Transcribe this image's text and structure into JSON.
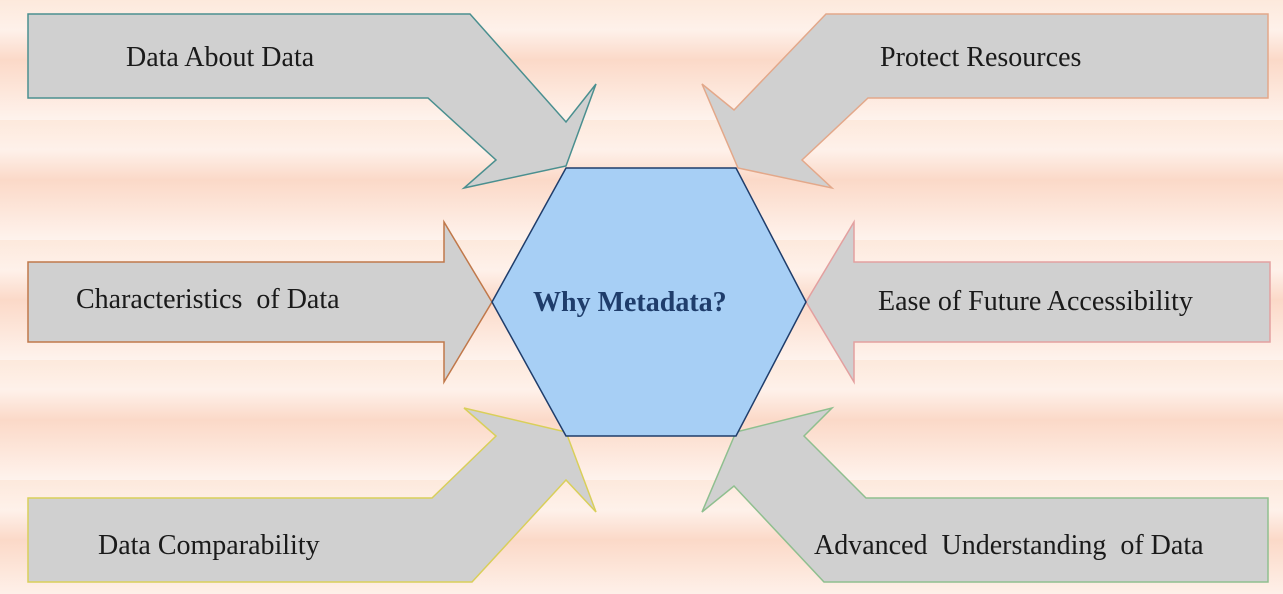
{
  "diagram": {
    "center": {
      "label": "Why Metadata?",
      "fill": "#a7cff5",
      "stroke": "#1f3d6b"
    },
    "arrow_fill": "#d0d0d0",
    "arrows": [
      {
        "label": "Data About Data",
        "stroke": "#4a8f8f"
      },
      {
        "label": "Protect Resources",
        "stroke": "#e3a88a"
      },
      {
        "label": "Characteristics  of Data",
        "stroke": "#c0784a"
      },
      {
        "label": "Ease of Future Accessibility",
        "stroke": "#e3a0a0"
      },
      {
        "label": "Data Comparability",
        "stroke": "#d9cf5a"
      },
      {
        "label": "Advanced  Understanding  of Data",
        "stroke": "#8fbf8f"
      }
    ]
  }
}
